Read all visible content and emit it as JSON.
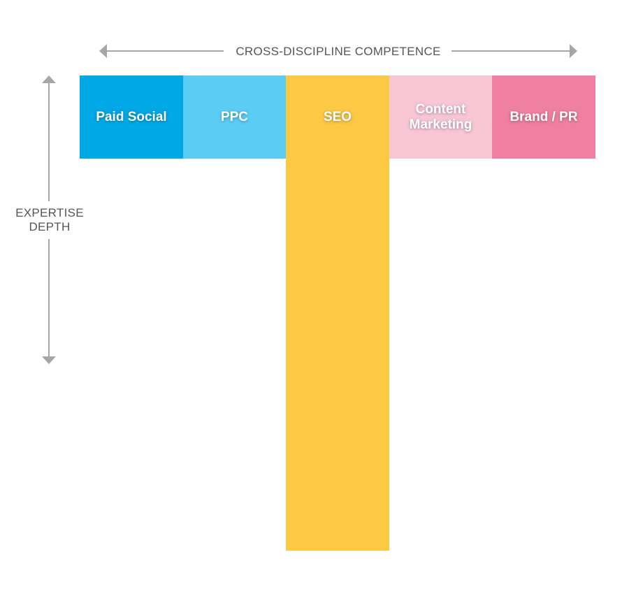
{
  "axes": {
    "horizontal_label": "CROSS-DISCIPLINE COMPETENCE",
    "vertical_label_line1": "EXPERTISE",
    "vertical_label_line2": "DEPTH",
    "arrow_color": "#a6a6a6"
  },
  "disciplines": [
    {
      "label": "Paid Social",
      "color": "#00a8e6"
    },
    {
      "label": "PPC",
      "color": "#5bcdf5"
    },
    {
      "label": "SEO",
      "color": "#fdc945"
    },
    {
      "label": "Content Marketing",
      "color": "#f9c6d6"
    },
    {
      "label": "Brand / PR",
      "color": "#f080a2"
    }
  ]
}
